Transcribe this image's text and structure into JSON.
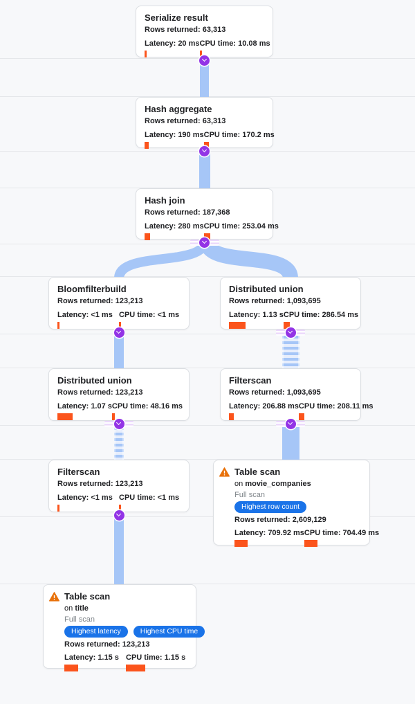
{
  "app": "query-execution-plan-visualizer",
  "colors": {
    "background": "#f7f8fa",
    "edge_blue": "#a6c6f7",
    "expand_purple": "#9334e6",
    "metric_bar_orange": "#fb541c",
    "badge_blue": "#1a73e8",
    "warning_orange": "#e8710a",
    "card_border": "#dcdfe3",
    "text": "#202124",
    "muted_text": "#80868b"
  },
  "icons": {
    "expand": "chevron-down-icon",
    "warning": "warning-triangle-icon"
  },
  "nodes": [
    {
      "id": "serialize-result",
      "title": "Serialize result",
      "rows": {
        "label": "Rows returned:",
        "value": "63,313"
      },
      "latency": {
        "label": "Latency:",
        "value": "20 ms"
      },
      "cpu": {
        "label": "CPU time:",
        "value": "10.08 ms"
      }
    },
    {
      "id": "hash-aggregate",
      "title": "Hash aggregate",
      "rows": {
        "label": "Rows returned:",
        "value": "63,313"
      },
      "latency": {
        "label": "Latency:",
        "value": "190 ms"
      },
      "cpu": {
        "label": "CPU time:",
        "value": "170.2 ms"
      }
    },
    {
      "id": "hash-join",
      "title": "Hash join",
      "rows": {
        "label": "Rows returned:",
        "value": "187,368"
      },
      "latency": {
        "label": "Latency:",
        "value": "280 ms"
      },
      "cpu": {
        "label": "CPU time:",
        "value": "253.04 ms"
      }
    },
    {
      "id": "bloomfilterbuild",
      "title": "Bloomfilterbuild",
      "rows": {
        "label": "Rows returned:",
        "value": "123,213"
      },
      "latency": {
        "label": "Latency:",
        "value": "<1 ms"
      },
      "cpu": {
        "label": "CPU time:",
        "value": "<1 ms"
      }
    },
    {
      "id": "distributed-union-right",
      "title": "Distributed union",
      "rows": {
        "label": "Rows returned:",
        "value": "1,093,695"
      },
      "latency": {
        "label": "Latency:",
        "value": "1.13 s"
      },
      "cpu": {
        "label": "CPU time:",
        "value": "286.54 ms"
      }
    },
    {
      "id": "distributed-union-left",
      "title": "Distributed union",
      "rows": {
        "label": "Rows returned:",
        "value": "123,213"
      },
      "latency": {
        "label": "Latency:",
        "value": "1.07 s"
      },
      "cpu": {
        "label": "CPU time:",
        "value": "48.16 ms"
      }
    },
    {
      "id": "filterscan-right",
      "title": "Filterscan",
      "rows": {
        "label": "Rows returned:",
        "value": "1,093,695"
      },
      "latency": {
        "label": "Latency:",
        "value": "206.88 ms"
      },
      "cpu": {
        "label": "CPU time:",
        "value": "208.11 ms"
      }
    },
    {
      "id": "filterscan-left",
      "title": "Filterscan",
      "rows": {
        "label": "Rows returned:",
        "value": "123,213"
      },
      "latency": {
        "label": "Latency:",
        "value": "<1 ms"
      },
      "cpu": {
        "label": "CPU time:",
        "value": "<1 ms"
      }
    },
    {
      "id": "table-scan-movie-companies",
      "title": "Table scan",
      "warning": true,
      "on_label": "on",
      "table": "movie_companies",
      "scan_type": "Full scan",
      "badges": [
        "Highest row count"
      ],
      "rows": {
        "label": "Rows returned:",
        "value": "2,609,129"
      },
      "latency": {
        "label": "Latency:",
        "value": "709.92 ms"
      },
      "cpu": {
        "label": "CPU time:",
        "value": "704.49 ms"
      }
    },
    {
      "id": "table-scan-title",
      "title": "Table scan",
      "warning": true,
      "on_label": "on",
      "table": "title",
      "scan_type": "Full scan",
      "badges": [
        "Highest latency",
        "Highest CPU time"
      ],
      "rows": {
        "label": "Rows returned:",
        "value": "123,213"
      },
      "latency": {
        "label": "Latency:",
        "value": "1.15 s"
      },
      "cpu": {
        "label": "CPU time:",
        "value": "1.15 s"
      }
    }
  ]
}
